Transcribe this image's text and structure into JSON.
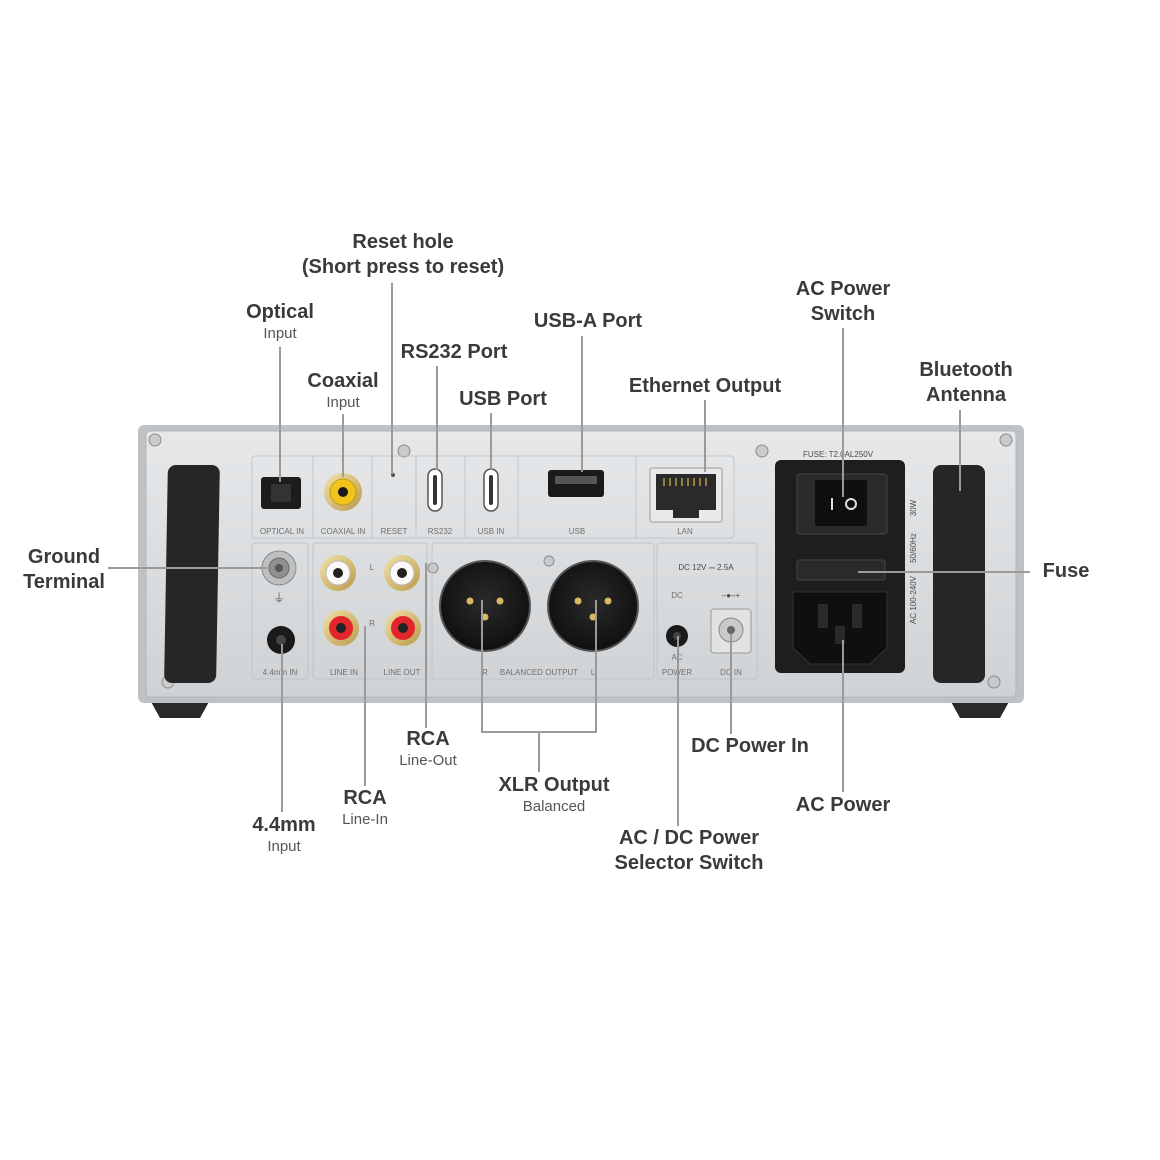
{
  "labels": {
    "reset": {
      "title": "Reset hole",
      "sub": "(Short press to reset)"
    },
    "optical": {
      "title": "Optical",
      "sub": "Input"
    },
    "coaxial": {
      "title": "Coaxial",
      "sub": "Input"
    },
    "rs232": {
      "title": "RS232 Port"
    },
    "usb_a": {
      "title": "USB-A Port"
    },
    "usb": {
      "title": "USB Port"
    },
    "ethernet": {
      "title": "Ethernet Output"
    },
    "ac_switch": {
      "title": "AC Power",
      "sub": "Switch"
    },
    "bluetooth": {
      "title": "Bluetooth",
      "sub": "Antenna"
    },
    "ground": {
      "title": "Ground",
      "sub": "Terminal"
    },
    "fuse": {
      "title": "Fuse"
    },
    "rca_out": {
      "title": "RCA",
      "sub": "Line-Out"
    },
    "dc_in": {
      "title": "DC Power In"
    },
    "xlr": {
      "title": "XLR Output",
      "sub": "Balanced"
    },
    "rca_in": {
      "title": "RCA",
      "sub": "Line-In"
    },
    "ac_power": {
      "title": "AC Power"
    },
    "mm44": {
      "title": "4.4mm",
      "sub": "Input"
    },
    "selector": {
      "title": "AC / DC Power",
      "sub": "Selector Switch"
    }
  },
  "silkscreen": {
    "optical_in": "OPTICAL IN",
    "coaxial_in": "COAXIAL IN",
    "reset": "RESET",
    "rs232": "RS232",
    "usb_in": "USB IN",
    "usb": "USB",
    "lan": "LAN",
    "fuse_rating": "FUSE: T2.0AL250V",
    "mm44_in": "4.4mm IN",
    "line_in": "LINE IN",
    "line_out": "LINE OUT",
    "r": "R",
    "balanced_output": "BALANCED OUTPUT",
    "l": "L",
    "dc_rating": "DC 12V ⎓ 2.5A",
    "dc": "DC",
    "ac": "AC",
    "power": "POWER",
    "dc_in": "DC IN",
    "hz": "50/60Hz",
    "watts": "30W",
    "ac_range": "AC 100-240V",
    "ch_l": "L",
    "ch_r": "R"
  },
  "colors": {
    "panel": "#d9dbdd",
    "coax_yellow": "#f0c419",
    "rca_red": "#e3262b",
    "label_text": "#3a3a3a",
    "leader": "#9a9a9a"
  }
}
